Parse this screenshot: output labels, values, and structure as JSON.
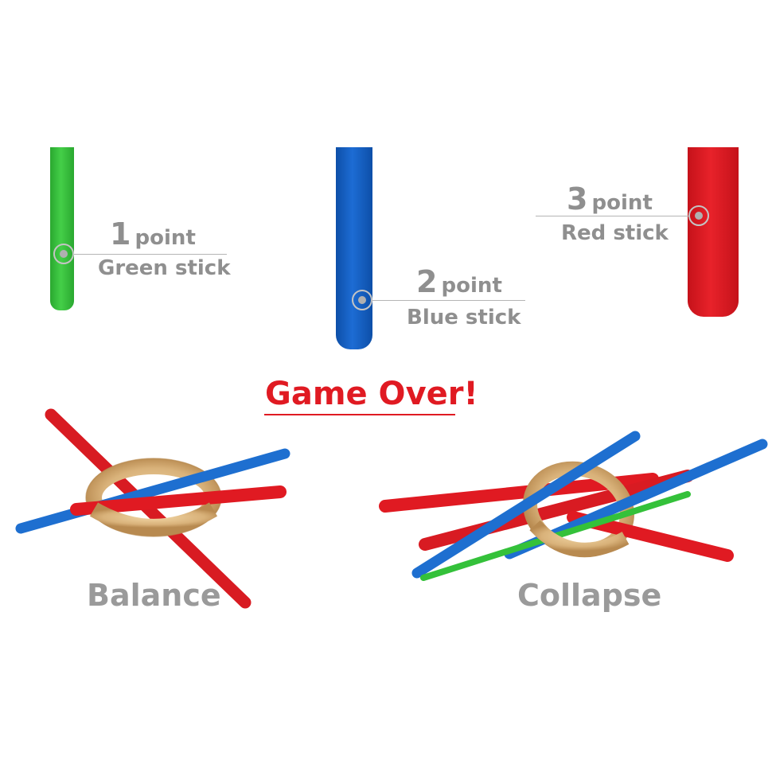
{
  "sticks": [
    {
      "points_number": "1",
      "points_word": "point",
      "name": "Green stick",
      "color": "#34c13a"
    },
    {
      "points_number": "2",
      "points_word": "point",
      "name": "Blue stick",
      "color": "#1460c4"
    },
    {
      "points_number": "3",
      "points_word": "point",
      "name": "Red stick",
      "color": "#e01a22"
    }
  ],
  "title": "Game Over!",
  "title_color": "#e01a22",
  "outcomes": [
    {
      "label": "Balance"
    },
    {
      "label": "Collapse"
    }
  ],
  "ring_color": "#d9b27a"
}
